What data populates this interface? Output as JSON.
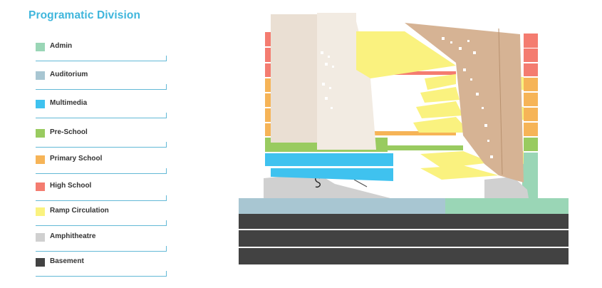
{
  "title": "Programatic Division",
  "legend": [
    {
      "label": "Admin",
      "color": "#9ad6b6"
    },
    {
      "label": "Auditorium",
      "color": "#a8c6d2"
    },
    {
      "label": "Multimedia",
      "color": "#3fc2ef"
    },
    {
      "label": "Pre-School",
      "color": "#99cb60"
    },
    {
      "label": "Primary School",
      "color": "#f6b457"
    },
    {
      "label": "High School",
      "color": "#f47c70"
    },
    {
      "label": "Ramp Circulation",
      "color": "#faf27f"
    },
    {
      "label": "Amphitheatre",
      "color": "#d0d0d0"
    },
    {
      "label": "Basement",
      "color": "#424242"
    }
  ]
}
